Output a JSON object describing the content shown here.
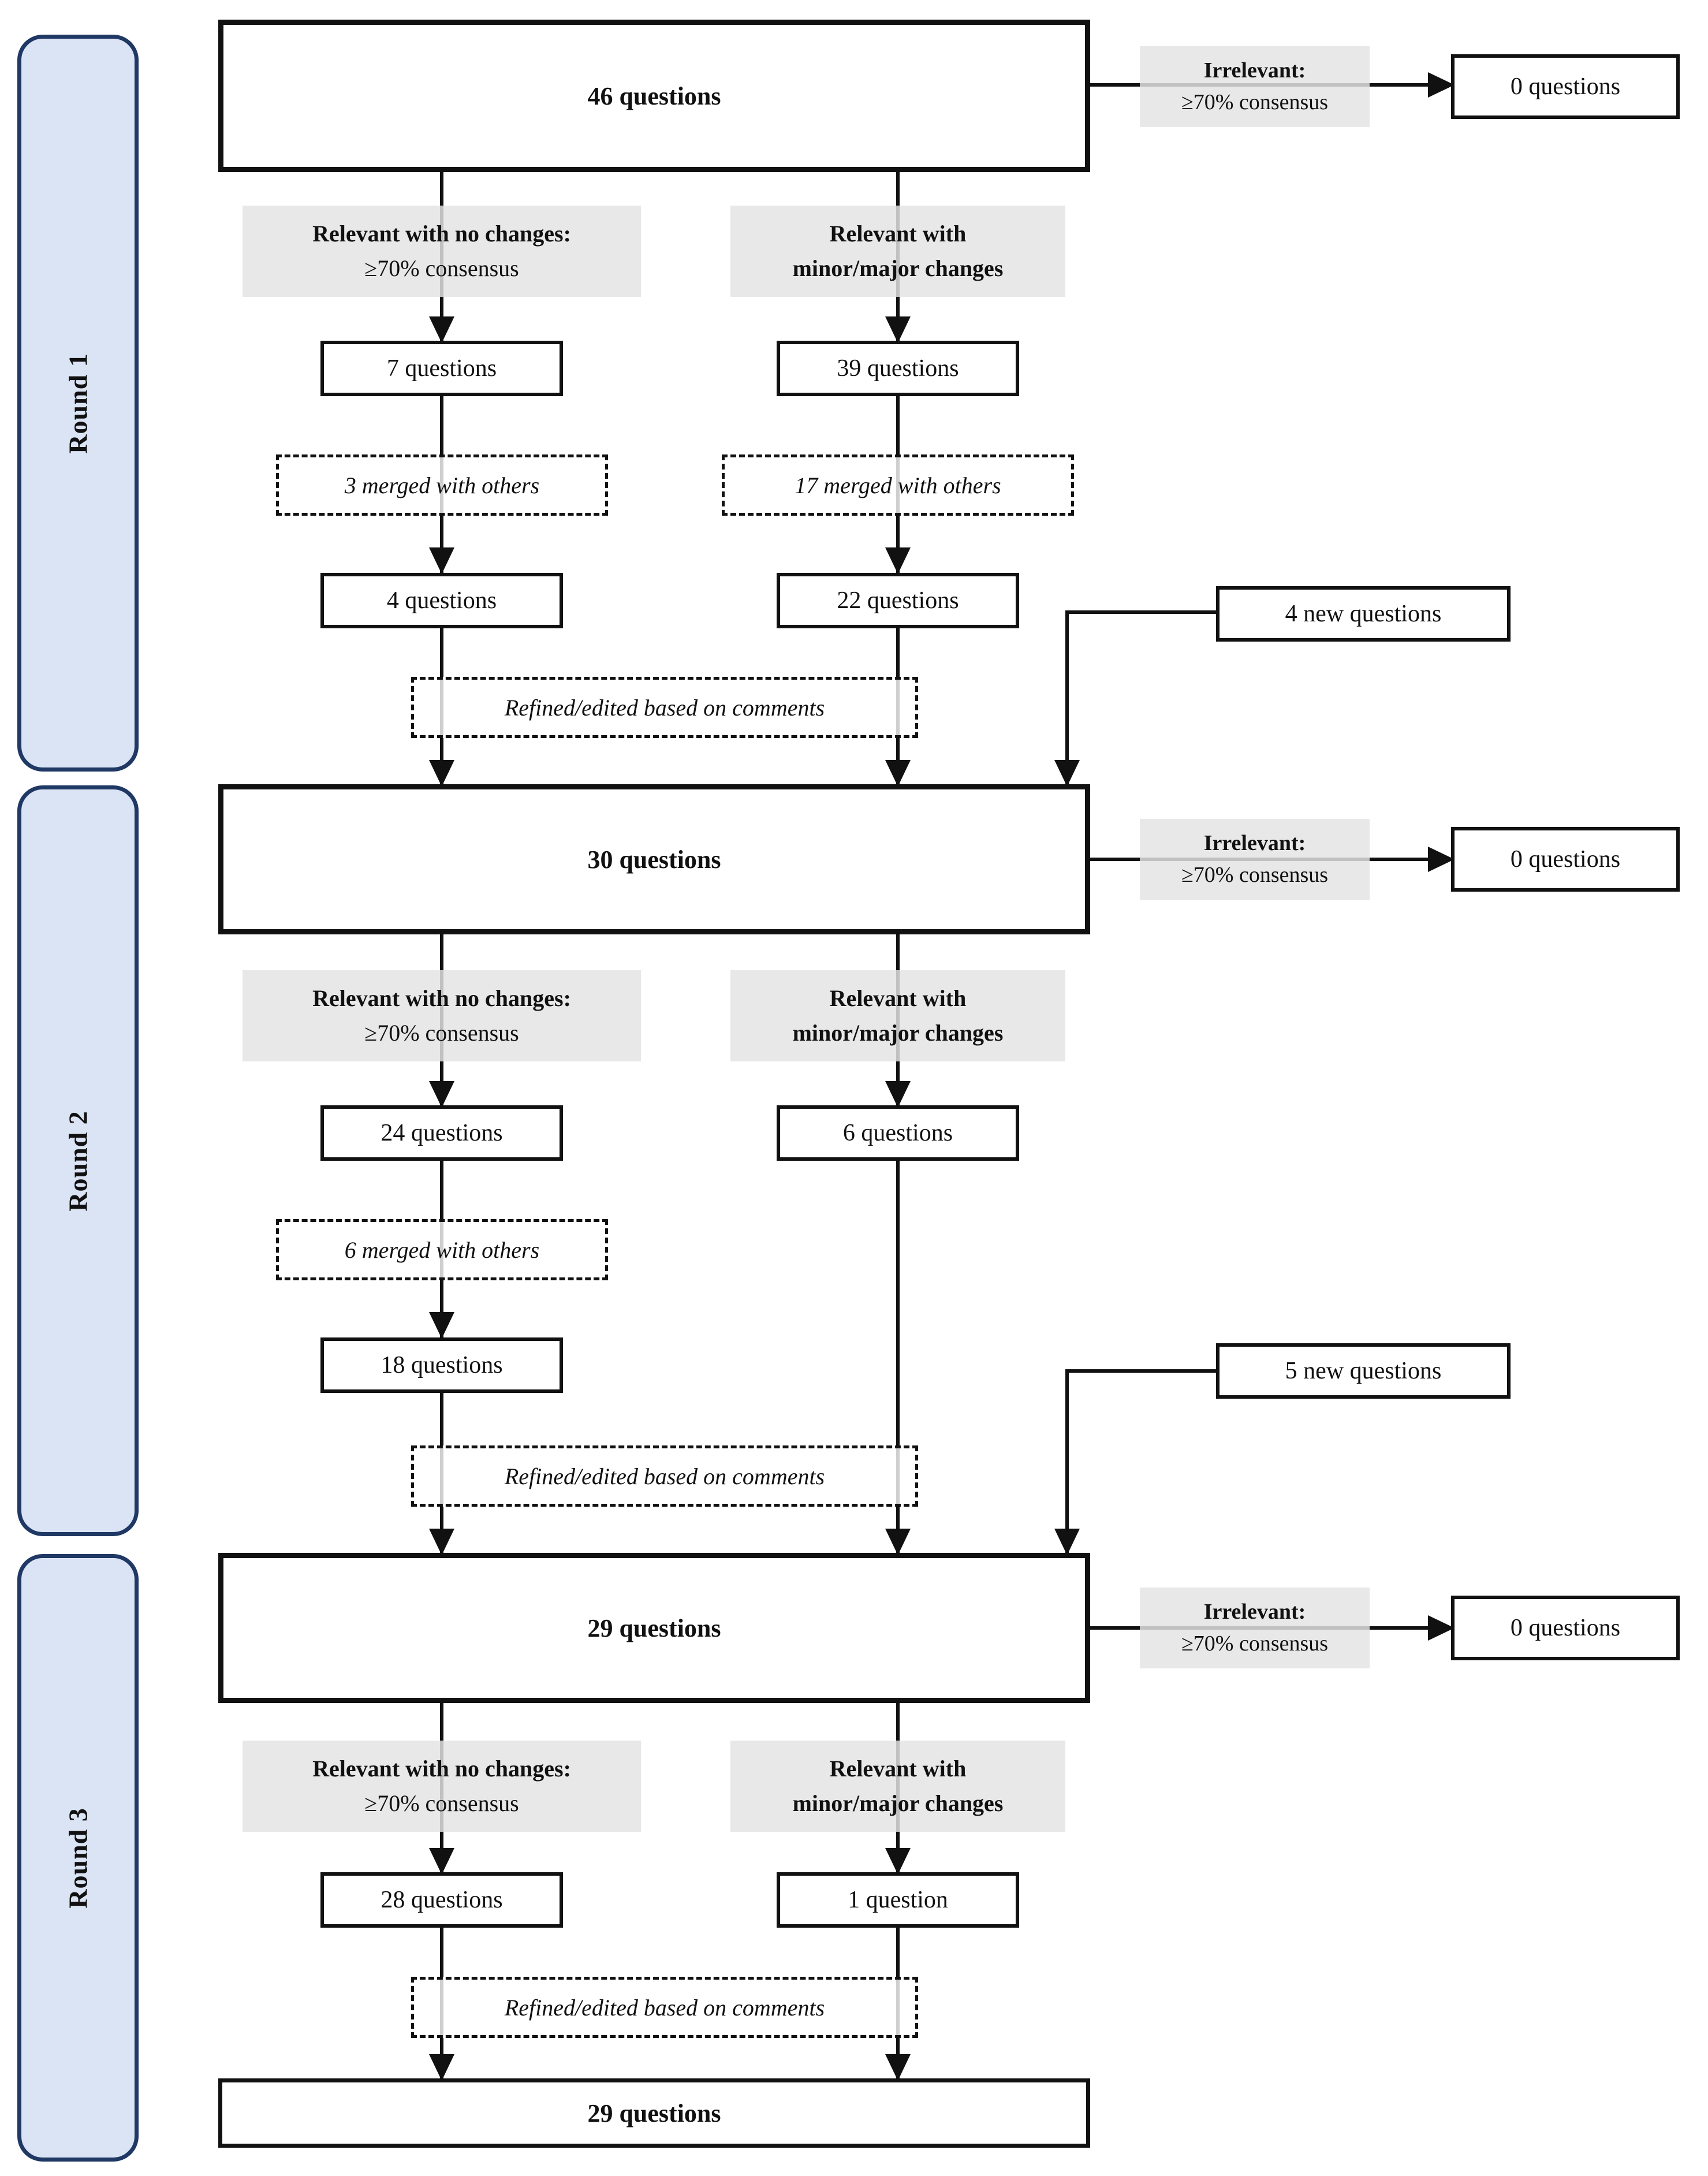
{
  "diagram": {
    "colors": {
      "round_tab_fill": "#dbe4f4",
      "round_tab_border": "#1f3864",
      "gray_label_bg": "#e5e4e4",
      "line": "#111111"
    },
    "rounds": [
      {
        "sidebar_label": "Round 1",
        "input_count": "46 questions",
        "irrelevant": {
          "title": "Irrelevant:",
          "criterion": "≥70% consensus",
          "result": "0 questions"
        },
        "no_changes": {
          "label_line1": "Relevant with no changes:",
          "label_line2": "≥70% consensus",
          "count": "7 questions",
          "merged_note": "3 merged with others",
          "merged_count": "4 questions"
        },
        "minor_major": {
          "label_line1": "Relevant with",
          "label_line2": "minor/major changes",
          "count": "39 questions",
          "merged_note": "17 merged with others",
          "merged_count": "22 questions"
        },
        "new_questions": "4 new questions",
        "refined_note": "Refined/edited based on comments"
      },
      {
        "sidebar_label": "Round 2",
        "input_count": "30 questions",
        "irrelevant": {
          "title": "Irrelevant:",
          "criterion": "≥70% consensus",
          "result": "0 questions"
        },
        "no_changes": {
          "label_line1": "Relevant with no changes:",
          "label_line2": "≥70% consensus",
          "count": "24 questions",
          "merged_note": "6 merged with others",
          "merged_count": "18 questions"
        },
        "minor_major": {
          "label_line1": "Relevant with",
          "label_line2": "minor/major changes",
          "count": "6 questions"
        },
        "new_questions": "5 new questions",
        "refined_note": "Refined/edited based on comments"
      },
      {
        "sidebar_label": "Round 3",
        "input_count": "29 questions",
        "irrelevant": {
          "title": "Irrelevant:",
          "criterion": "≥70% consensus",
          "result": "0 questions"
        },
        "no_changes": {
          "label_line1": "Relevant with no changes:",
          "label_line2": "≥70% consensus",
          "count": "28 questions"
        },
        "minor_major": {
          "label_line1": "Relevant with",
          "label_line2": "minor/major changes",
          "count": "1 question"
        },
        "refined_note": "Refined/edited based on comments",
        "final_count": "29 questions"
      }
    ]
  }
}
